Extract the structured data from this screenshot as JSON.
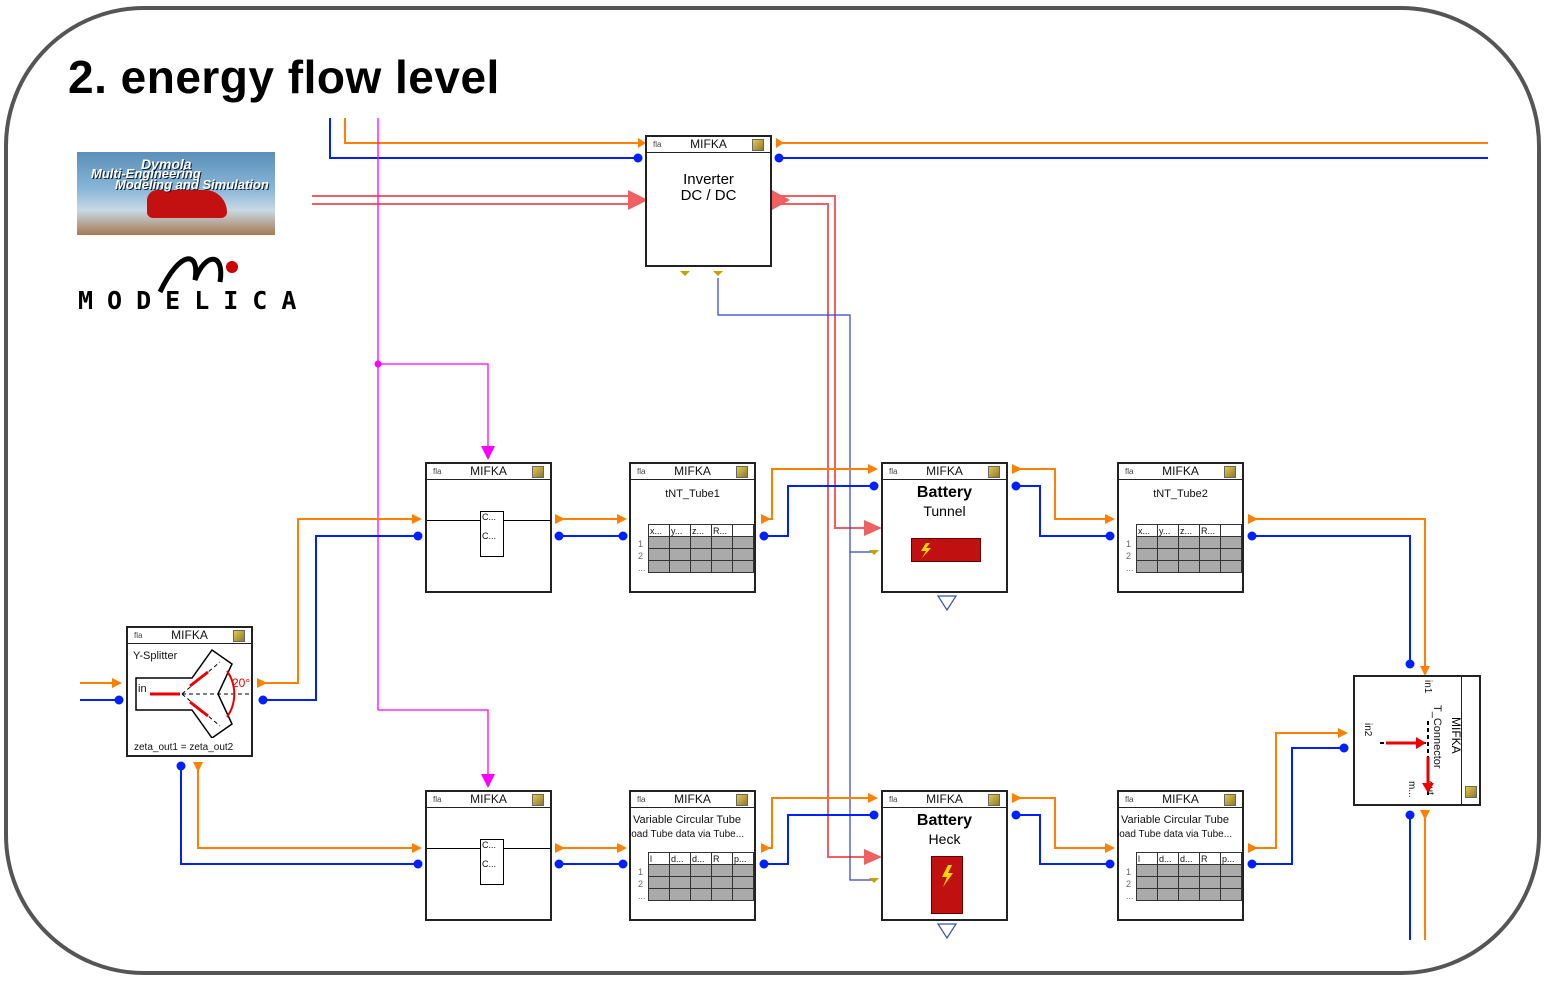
{
  "title": "2. energy flow level",
  "logos": {
    "dymola": [
      "Dymola",
      "Multi-Engineering",
      "Modeling and Simulation"
    ],
    "modelica": "MODELICA"
  },
  "header_label": "MIFKA",
  "header_tag": "fla",
  "blocks": {
    "inverter": {
      "name": "Inverter",
      "sub": "DC / DC"
    },
    "ysplitter": {
      "name": "Y-Splitter",
      "inlet": "in",
      "angle": "20°",
      "note": "zeta_out1 = zeta_out2"
    },
    "valve_top": {
      "labels": [
        "C...",
        "C..."
      ]
    },
    "valve_bottom": {
      "labels": [
        "C...",
        "C..."
      ]
    },
    "tube1": {
      "name": "tNT_Tube1",
      "cols": [
        "x...",
        "y...",
        "z...",
        "R..."
      ],
      "rows": [
        "1",
        "2",
        "..."
      ]
    },
    "tube2": {
      "name": "tNT_Tube2",
      "cols": [
        "x...",
        "y...",
        "z...",
        "R..."
      ],
      "rows": [
        "1",
        "2",
        "..."
      ]
    },
    "battery_tunnel": {
      "name": "Battery",
      "sub": "Tunnel"
    },
    "battery_heck": {
      "name": "Battery",
      "sub": "Heck"
    },
    "vct1": {
      "name": "Variable Circular Tube",
      "sub": "load Tube data via Tube...",
      "cols": [
        "l",
        "d...",
        "d...",
        "R",
        "p..."
      ],
      "rows": [
        "1",
        "2",
        "..."
      ]
    },
    "vct2": {
      "name": "Variable Circular Tube",
      "sub": "load Tube data via Tube...",
      "cols": [
        "l",
        "d...",
        "d...",
        "R",
        "p..."
      ],
      "rows": [
        "1",
        "2",
        "..."
      ]
    },
    "tconnector": {
      "name": "T_Connector",
      "in1": "in1",
      "in2": "in2",
      "out": "out",
      "m": "m..."
    }
  },
  "colors": {
    "orange": "#ff8000",
    "blue": "#0020ff",
    "magenta": "#ff00ff",
    "red": "#f06060"
  }
}
